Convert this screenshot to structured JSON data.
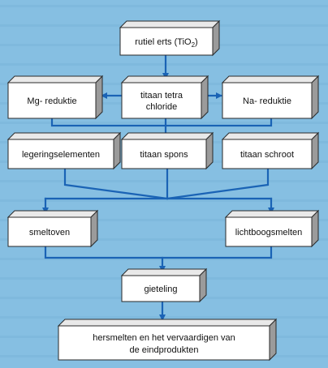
{
  "colors": {
    "background": "#86bfe2",
    "arrow": "#1a63b5",
    "box_front": "#ffffff",
    "box_top": "#e9e9e9",
    "box_side": "#9b9b9b",
    "box_edge": "#2a2a2a"
  },
  "boxes": {
    "rutiel": {
      "label_main": "rutiel erts (TiO",
      "label_sub": "2",
      "label_end": ")"
    },
    "mg_reductie": {
      "label": "Mg- reduktie"
    },
    "titaan_tetra": {
      "line1": "titaan tetra",
      "line2": "chloride"
    },
    "na_reductie": {
      "label": "Na- reduktie"
    },
    "legeringselementen": {
      "label": "legeringselementen"
    },
    "titaan_spons": {
      "label": "titaan spons"
    },
    "titaan_schroot": {
      "label": "titaan schroot"
    },
    "smeltoven": {
      "label": "smeltoven"
    },
    "lichtboogsmelten": {
      "label": "lichtboogsmelten"
    },
    "gieteling": {
      "label": "gieteling"
    },
    "hersmelten": {
      "line1": "hersmelten en het vervaardigen van",
      "line2": "de eindprodukten"
    }
  }
}
